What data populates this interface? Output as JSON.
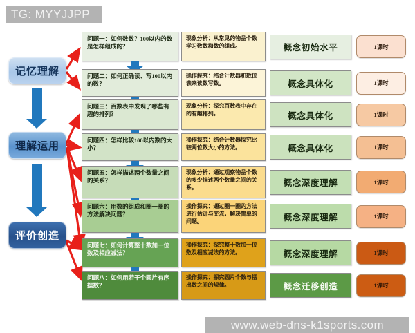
{
  "watermarks": {
    "top_tag": "TG: MYYJJPP",
    "bottom_url": "www.web-dns-k1sports.com"
  },
  "stages": [
    {
      "label": "记忆理解"
    },
    {
      "label": "理解运用"
    },
    {
      "label": "评价创造"
    }
  ],
  "rows": [
    {
      "question": "问题一：如何数数？100以内的数是怎样组成的？",
      "method": "现象分析：从常见的物品个数学习数数和数的组成。",
      "concept": "概念初始水平",
      "period": "1课时",
      "q_color": "#e7efe2",
      "m_color": "#faf1cf",
      "c_color": "#e6efe1",
      "p_color": "#fbe0d0",
      "c_dark": false
    },
    {
      "question": "问题二：如何正确读、写100以内的数？",
      "method": "操作探究：结合计数器和数位表来读数写数。",
      "concept": "概念具体化",
      "period": "1课时",
      "q_color": "#e2ecdb",
      "m_color": "#fcf4d8",
      "c_color": "#d2e6c6",
      "p_color": "#fdeee3",
      "c_dark": false
    },
    {
      "question": "问题三：百数表中发现了哪些有趣的排列？",
      "method": "现象分析：探究百数表中存在的有趣排列。",
      "concept": "概念具体化",
      "period": "1课时",
      "q_color": "#dbe8d2",
      "m_color": "#fbe9ae",
      "c_color": "#cee3c1",
      "p_color": "#f6c9a3",
      "c_dark": false
    },
    {
      "question": "问题四：怎样比较100以内数的大小？",
      "method": "操作探究：结合计数器探究比较两位数大小的方法。",
      "concept": "概念具体化",
      "period": "1课时",
      "q_color": "#d2e3c7",
      "m_color": "#fbe39c",
      "c_color": "#cbe2bd",
      "p_color": "#f4bf93",
      "c_dark": false
    },
    {
      "question": "问题五：怎样描述两个数量之间的关系？",
      "method": "现象分析：通过观察物品个数的多少描述两个数量之间的关系。",
      "concept": "概念深度理解",
      "period": "1课时",
      "q_color": "#c6dcb8",
      "m_color": "#fbdc8d",
      "c_color": "#c3dfb4",
      "p_color": "#f2ab72",
      "c_dark": false
    },
    {
      "question": "问题六：用数的组成和圈一圈的方法解决问题？",
      "method": "操作探究：通过圈一圈的方法进行估计与交流，解决简单的问题。",
      "concept": "概念深度理解",
      "period": "1课时",
      "q_color": "#a8cd93",
      "m_color": "#fbd479",
      "c_color": "#bcdcab",
      "p_color": "#f5b184",
      "c_dark": false
    },
    {
      "question": "问题七：如何计算整十数加一位数及相应减法？",
      "method": "操作探究：探究整十数加一位数及相应减法的方法。",
      "concept": "概念深度理解",
      "period": "1课时",
      "q_color": "#66a354",
      "m_color": "#dfa21b",
      "c_color": "#b6d9a3",
      "p_color": "#cb5a14",
      "c_dark": false
    },
    {
      "question": "问题八：如何用若干个圆片有序摆数？",
      "method": "操作探究：探究圆片个数与摆出数之间的规律。",
      "concept": "概念迁移创造",
      "period": "1课时",
      "q_color": "#4f8b3c",
      "m_color": "#d79a17",
      "c_color": "#5c9a46",
      "p_color": "#cc5c13",
      "c_dark": true
    }
  ],
  "colors": {
    "connector": "#e8201a",
    "flow_arrow": "#2178bd",
    "watermark_bg": "#b3b3b3"
  }
}
